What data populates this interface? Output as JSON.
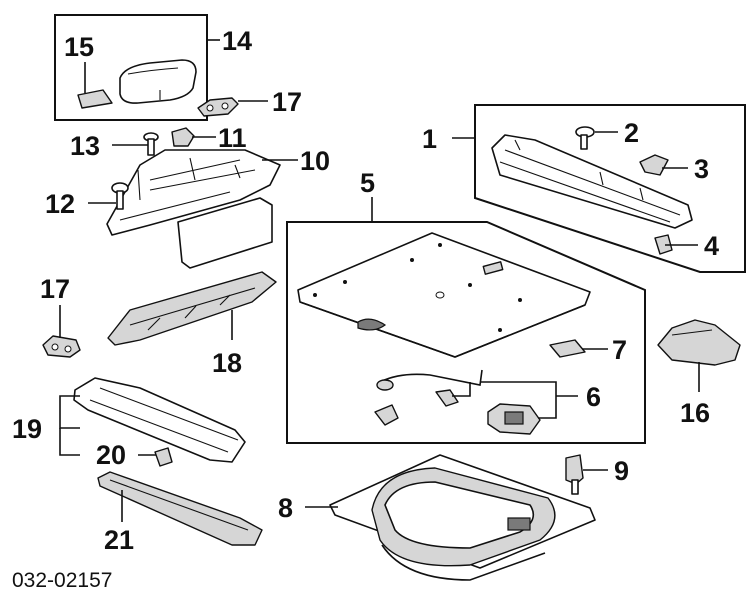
{
  "diagram_id": "032-02157",
  "callouts": {
    "c1": "1",
    "c2": "2",
    "c3": "3",
    "c4": "4",
    "c5": "5",
    "c6": "6",
    "c7": "7",
    "c8": "8",
    "c9": "9",
    "c10": "10",
    "c11": "11",
    "c12": "12",
    "c13": "13",
    "c14": "14",
    "c15": "15",
    "c16": "16",
    "c17a": "17",
    "c17b": "17",
    "c18": "18",
    "c19": "19",
    "c20": "20",
    "c21": "21"
  }
}
